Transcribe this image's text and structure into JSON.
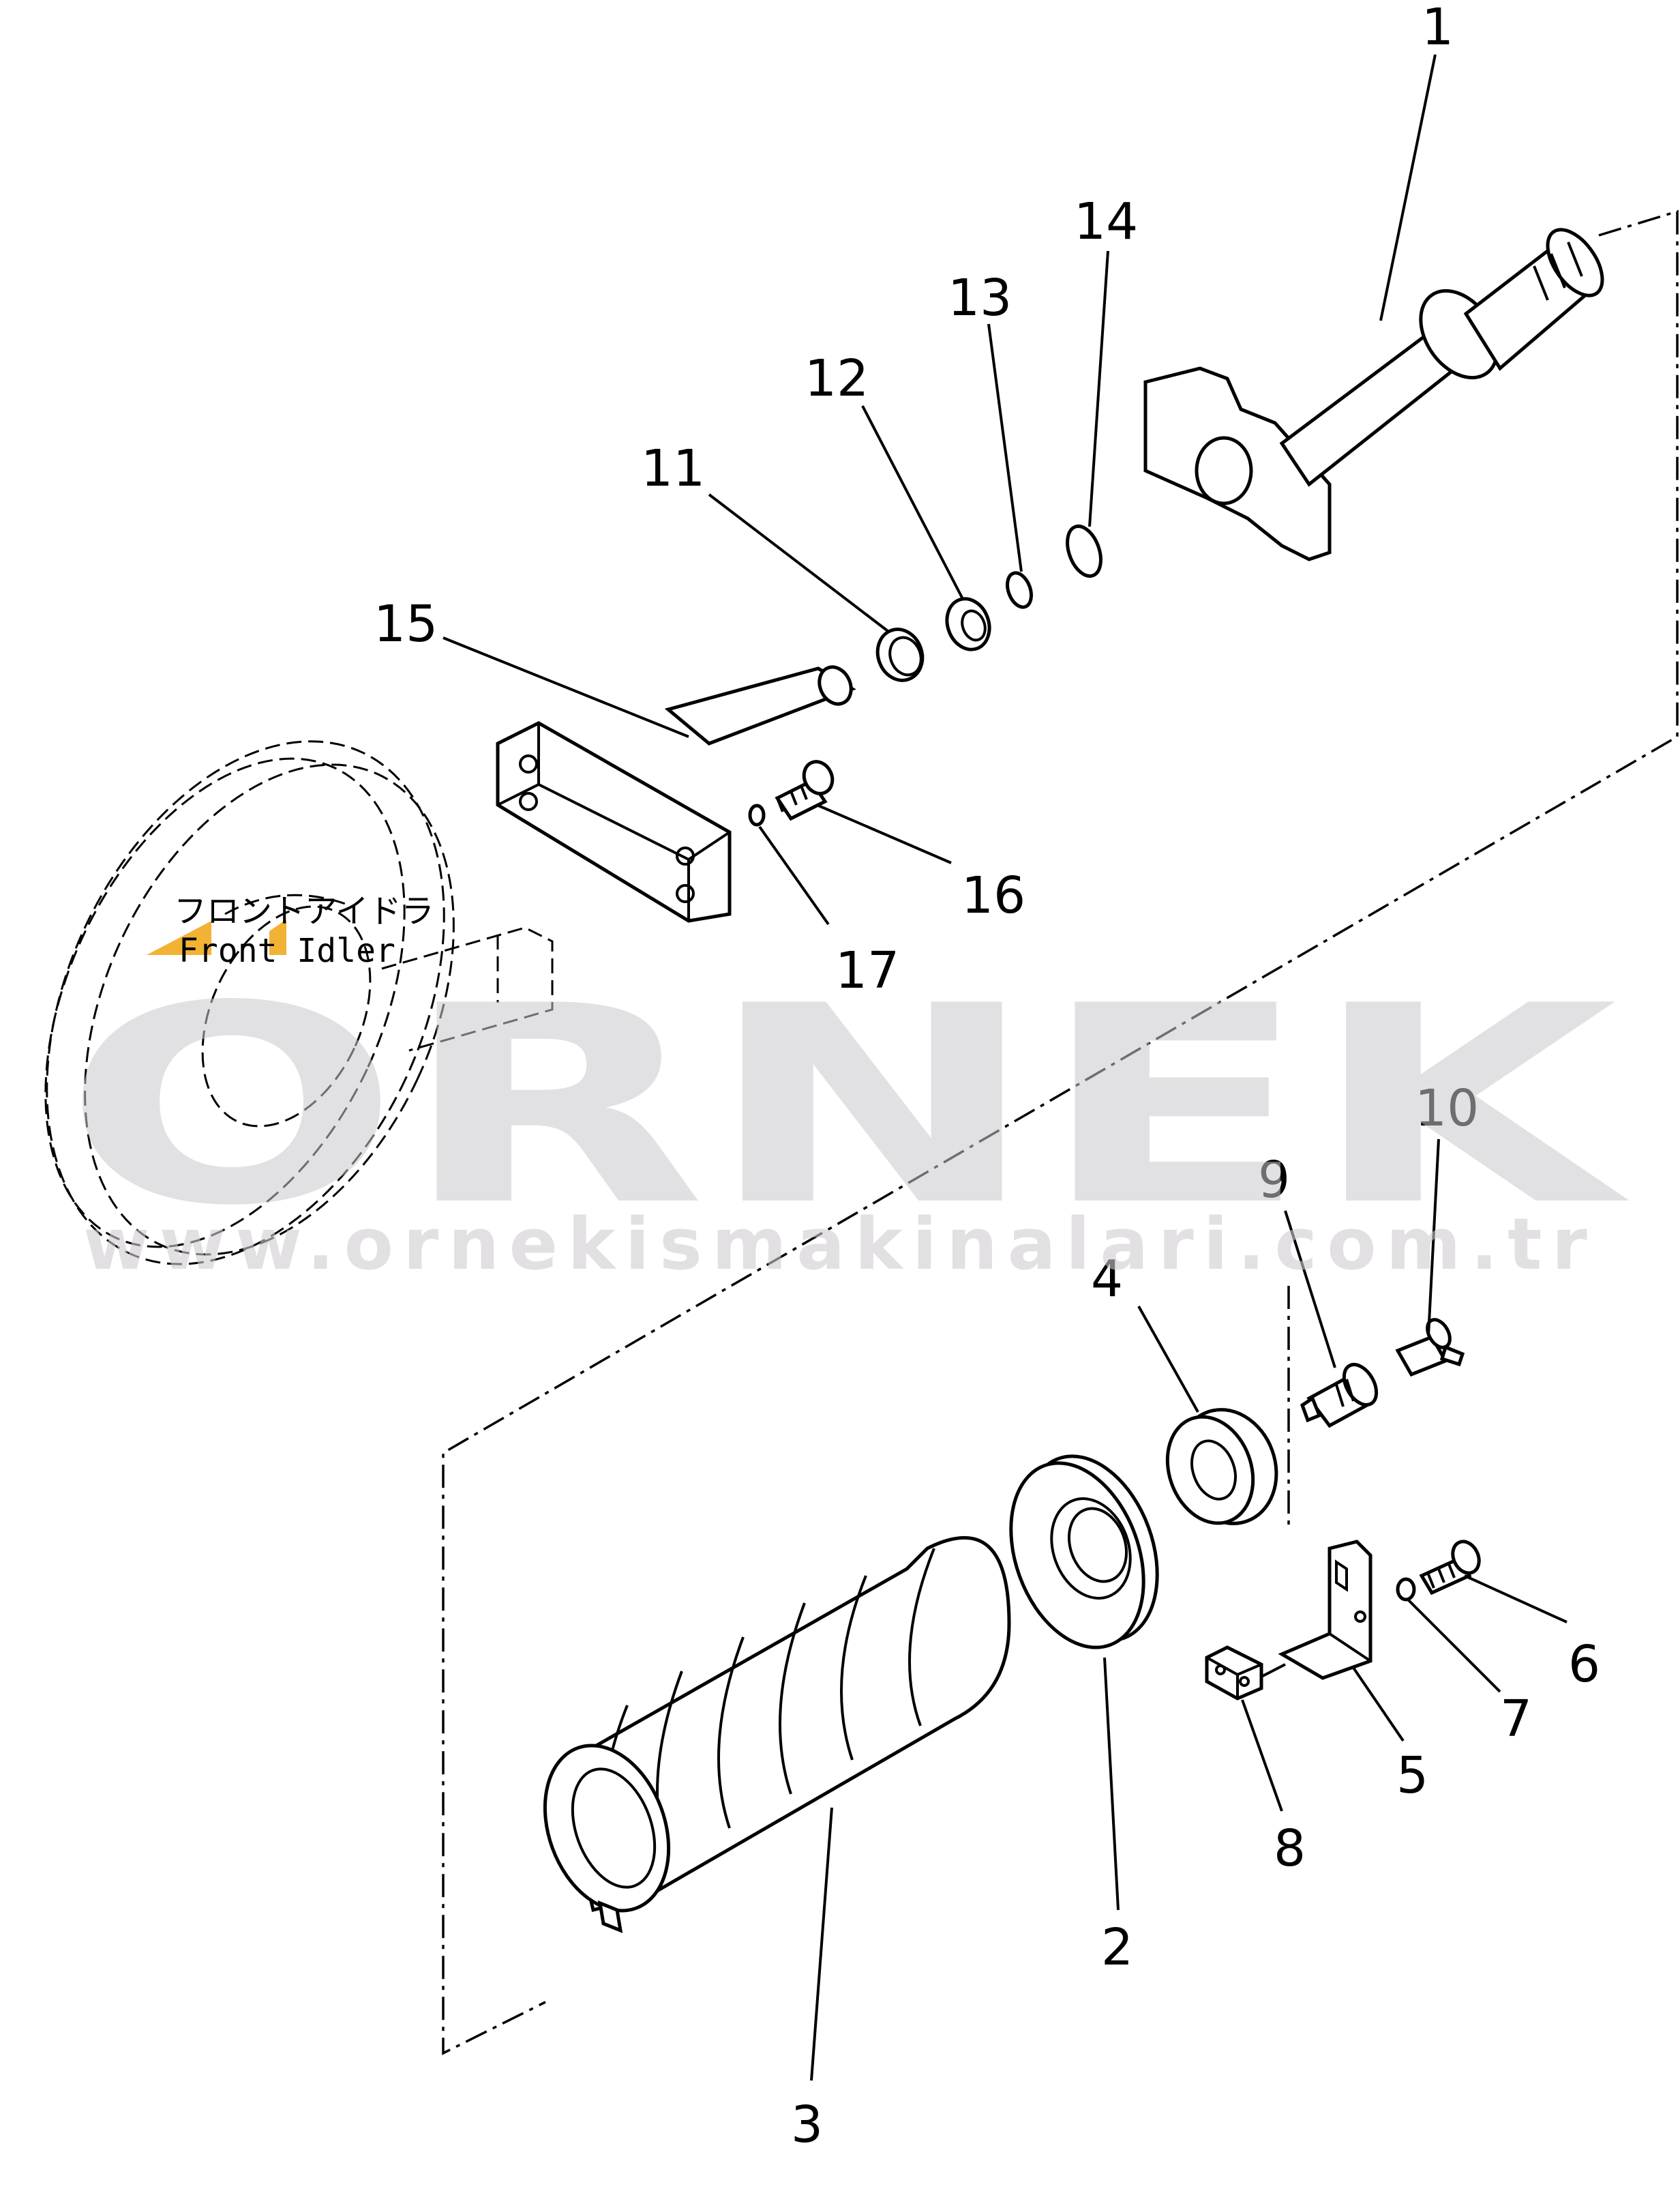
{
  "diagram": {
    "part_numbers": [
      "1",
      "2",
      "3",
      "4",
      "5",
      "6",
      "7",
      "8",
      "9",
      "10",
      "11",
      "12",
      "13",
      "14",
      "15",
      "16",
      "17"
    ],
    "note_ja": "フロントアイドラ",
    "note_en": "Front Idler"
  },
  "watermark": {
    "brand": "ORNEK",
    "url": "www.ornekismakinalari.com.tr",
    "accent_color": "#f2b233",
    "text_color": "#c9c6cc"
  }
}
